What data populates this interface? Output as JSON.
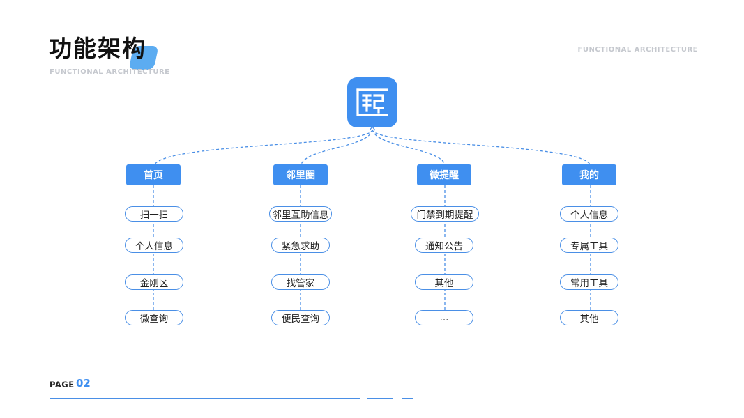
{
  "header": {
    "title": "功能架构",
    "subtitle": "FUNCTIONAL ARCHITECTURE",
    "corner_label": "FUNCTIONAL ARCHITECTURE"
  },
  "app_icon": {
    "icon": "app-logo-icon",
    "color": "#3f8ff0"
  },
  "columns": [
    {
      "label": "首页",
      "items": [
        "扫一扫",
        "个人信息",
        "金刚区",
        "微查询"
      ]
    },
    {
      "label": "邻里圈",
      "items": [
        "邻里互助信息",
        "紧急求助",
        "找管家",
        "便民查询"
      ]
    },
    {
      "label": "微提醒",
      "items": [
        "门禁到期提醒",
        "通知公告",
        "其他",
        "..."
      ]
    },
    {
      "label": "我的",
      "items": [
        "个人信息",
        "专属工具",
        "常用工具",
        "其他"
      ]
    }
  ],
  "footer": {
    "page_label": "PAGE",
    "page_number": "02"
  },
  "colors": {
    "accent": "#3f8ff0",
    "line": "#4a8fe6"
  }
}
